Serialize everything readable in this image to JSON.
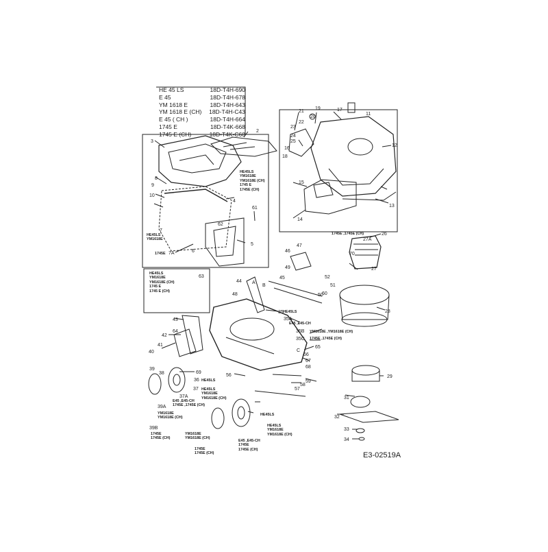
{
  "diagram_code": "E3-02519A",
  "models": [
    {
      "name": "HE 45 LS",
      "code": "18D-T4H-690"
    },
    {
      "name": "E 45",
      "code": "18D-T4H-678"
    },
    {
      "name": "YM 1618 E",
      "code": "18D-T4H-643"
    },
    {
      "name": "YM 1618 E (CH)",
      "code": "18D-T4H-C43"
    },
    {
      "name": "E 45 ( CH )",
      "code": "18D-T4H-664"
    },
    {
      "name": "1745 E",
      "code": "18D-T4K-668"
    },
    {
      "name": "1745 E (CH)",
      "code": "18D-T4K-C68"
    }
  ],
  "notes": {
    "basket_models": "HE45LS\nYM1618E\nYM1618E (CH)\n1745 E\n1745E (CH)",
    "bag_models": "HE45LS\nYM1618E\nYM1618E (CH)\n1745 E\n1745 E (CH)",
    "part7": "HE45LS\nYM1618E",
    "part7a": "1745E",
    "motor_models": "1745E ,1745E (CH)",
    "part35": "HE45LS",
    "part35a": "E45 ,E45-CH",
    "part35b": "YM1618E ,YM1618E (CH)",
    "part35c": "1745E ,1745E (CH)",
    "part36_top": "HE45LS",
    "part37_top": "HE45LS\nYM1618E\nYM1618E (CH)",
    "part37a_top": "E45 ,E45-CH\n1745E ,1745E (CH)",
    "part39a_left": "YM1618E\nYM1618E (CH)",
    "part39b_left": "1745E\n1745E (CH)",
    "part36_bottom": "HE45LS",
    "part37_bottom": "HE45LS\nYM1618E\nYM1618E (CH)",
    "part37a_bottom": "E45 ,E45-CH\n1745E\n1745E (CH)",
    "part39a_bottom": "YM1618E\nYM1618E (CH)",
    "part39b_bottom": "1745E\n1745E (CH)"
  },
  "callouts": [
    "2",
    "3",
    "4",
    "5",
    "6",
    "7",
    "7A",
    "8",
    "9",
    "10",
    "11",
    "12",
    "13",
    "14",
    "15",
    "16",
    "17",
    "18",
    "19",
    "20",
    "21",
    "22",
    "23",
    "24",
    "25",
    "26",
    "27",
    "27A",
    "28",
    "29",
    "31",
    "32",
    "33",
    "34",
    "35",
    "35A",
    "35B",
    "35C",
    "36",
    "37",
    "37A",
    "38",
    "39",
    "39A",
    "39B",
    "40",
    "41",
    "42",
    "43",
    "44",
    "45",
    "46",
    "47",
    "48",
    "49",
    "50",
    "51",
    "52",
    "56",
    "57",
    "58",
    "59",
    "60",
    "61",
    "62",
    "63",
    "64",
    "65",
    "66",
    "67",
    "68",
    "69",
    "70",
    "A",
    "B",
    "C"
  ]
}
